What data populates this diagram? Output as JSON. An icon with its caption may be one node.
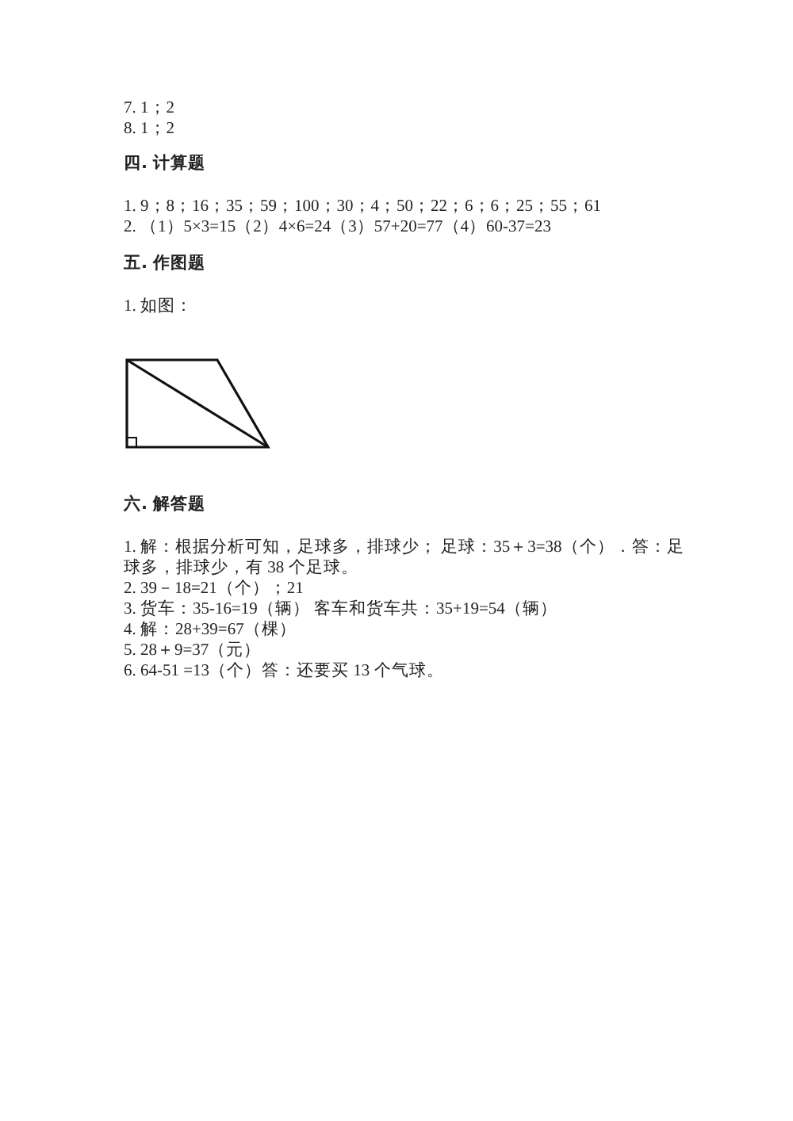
{
  "diagram": {
    "labels": [
      "7. 1；2",
      "8. 1；2",
      "四. 计算题",
      "1. 9；8；16；35；59；100；30；4；50；22；6；6；25；55；61",
      "2. （1）5×3=15（2）4×6=24（3）57+20=77（4）60-37=23",
      "五. 作图题",
      "1. 如图：",
      "六. 解答题",
      "1. 解：根据分析可知，足球多，排球少；  足球：35＋3=38（个）．答：足球多，排球少，有 38 个足球。",
      "2. 39－18=21（个）；21",
      "3. 货车：35-16=19（辆） 客车和货车共：35+19=54（辆）",
      "4. 解：28+39=67（棵）",
      "5. 28＋9=37（元）",
      "6. 64-51 =13（个）答：还要买 13 个气球。"
    ]
  }
}
